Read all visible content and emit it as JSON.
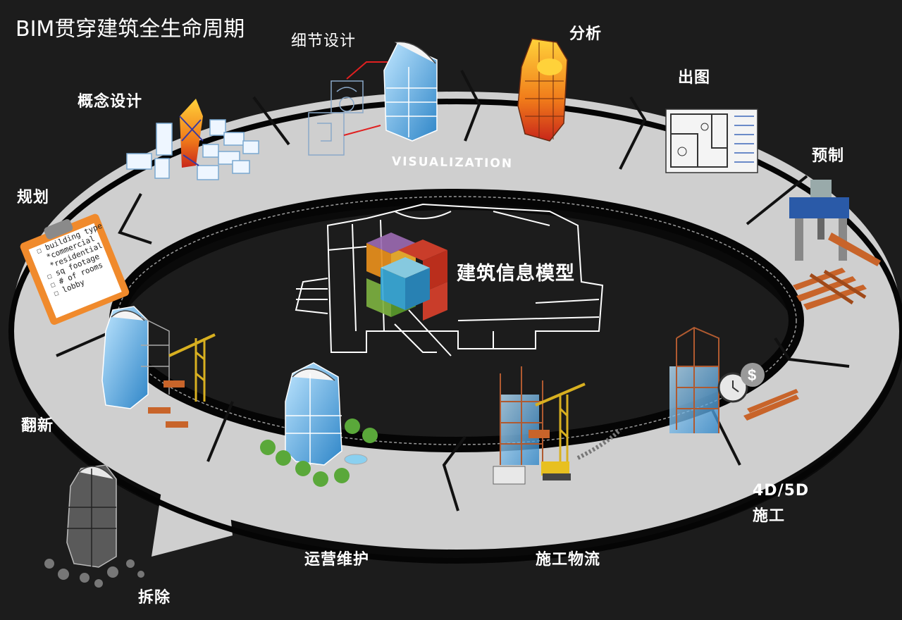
{
  "diagram": {
    "title": "BIM贯穿建筑全生命周期",
    "center_label": "建筑信息模型",
    "ring_label": "VISUALIZATION",
    "stages": [
      {
        "id": "detail-design",
        "label": "细节设计"
      },
      {
        "id": "analysis",
        "label": "分析"
      },
      {
        "id": "drawings",
        "label": "出图"
      },
      {
        "id": "prefab",
        "label": "预制"
      },
      {
        "id": "construction-4d5d",
        "label": "4D/5D",
        "label2": "施工"
      },
      {
        "id": "construction-logistics",
        "label": "施工物流"
      },
      {
        "id": "operation-maintenance",
        "label": "运营维护"
      },
      {
        "id": "demolition",
        "label": "拆除"
      },
      {
        "id": "renovation",
        "label": "翻新"
      },
      {
        "id": "planning",
        "label": "规划"
      },
      {
        "id": "concept-design",
        "label": "概念设计"
      }
    ],
    "clipboard_items": [
      "building type",
      "*commercial",
      "*residential",
      "sq footage",
      "# of rooms",
      "lobby"
    ]
  },
  "colors": {
    "background": "#1c1c1c",
    "ring": "#d0d0d0",
    "ring_inner_edge": "#000000",
    "text": "#ffffff",
    "clipboard": "#f08a2c",
    "cube_orange": "#e8901c",
    "cube_blue": "#3aaad8",
    "cube_green": "#7cb040",
    "cube_red": "#d8402c",
    "cube_purple": "#9a6ab0"
  }
}
